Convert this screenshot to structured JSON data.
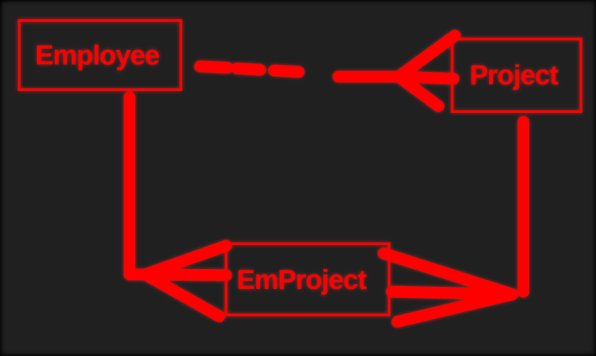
{
  "colors": {
    "background": "#202020",
    "ink": "#ff0000",
    "glow": "#ff3a3a"
  },
  "entities": [
    {
      "id": "employee",
      "label": "Employee"
    },
    {
      "id": "project",
      "label": "Project"
    },
    {
      "id": "emproject",
      "label": "EmProject"
    }
  ],
  "relationships": [
    {
      "from": "employee",
      "to": "project",
      "style": "dashed",
      "to_end": "crow's foot"
    },
    {
      "from": "employee",
      "to": "emproject",
      "style": "solid",
      "to_end": "crow's foot"
    },
    {
      "from": "project",
      "to": "emproject",
      "style": "solid",
      "to_end": "crow's foot"
    }
  ]
}
